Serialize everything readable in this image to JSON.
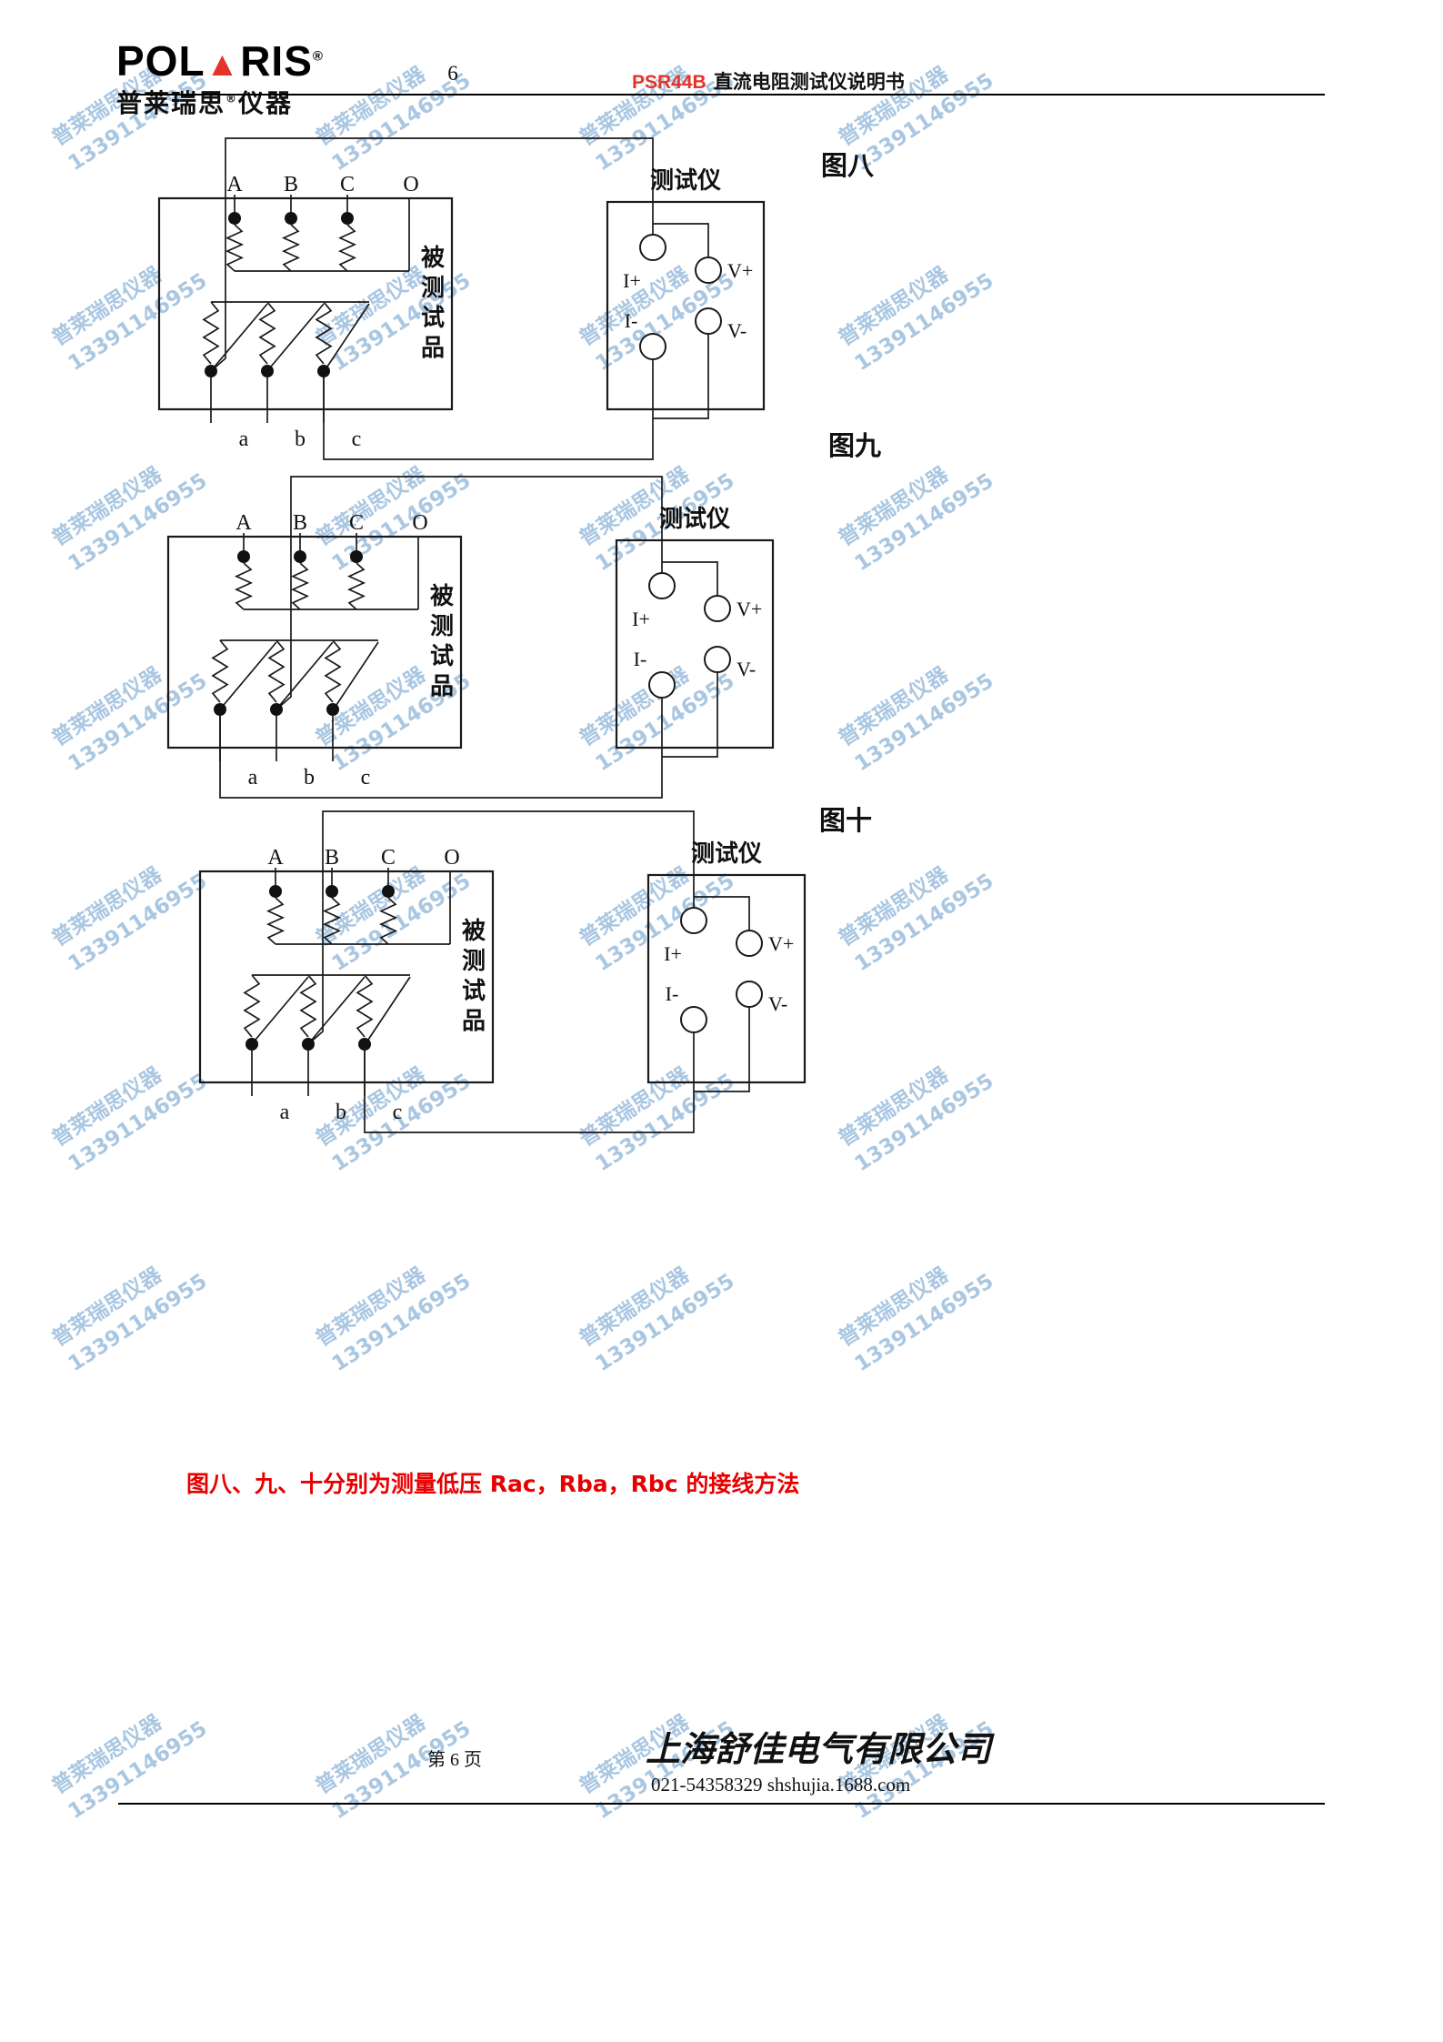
{
  "colors": {
    "brand_red": "#e63329",
    "caption_red": "#e80000",
    "watermark_blue": "#aac7e2"
  },
  "watermark": {
    "line1": "普莱瑞思仪器",
    "line2": "13391146955"
  },
  "header": {
    "logo": {
      "part1": "POL",
      "triangle": "▲",
      "part2": "RIS",
      "reg": "®",
      "sub1": "普莱瑞思",
      "sub_reg": "®",
      "sub2": "仪器"
    },
    "page_number": "6",
    "title_model": "PSR44B",
    "title_text": "直流电阻测试仪说明书"
  },
  "figures": [
    {
      "title": "图八",
      "tester_label": "测试仪",
      "device_label": "被测试品",
      "hv_terminals": [
        "A",
        "B",
        "C",
        "O"
      ],
      "lv_terminals": [
        "a",
        "b",
        "c"
      ],
      "tester_terminals": [
        "I+",
        "I-",
        "V+",
        "V-"
      ]
    },
    {
      "title": "图九",
      "tester_label": "测试仪",
      "device_label": "被测试品",
      "hv_terminals": [
        "A",
        "B",
        "C",
        "O"
      ],
      "lv_terminals": [
        "a",
        "b",
        "c"
      ],
      "tester_terminals": [
        "I+",
        "I-",
        "V+",
        "V-"
      ]
    },
    {
      "title": "图十",
      "tester_label": "测试仪",
      "device_label": "被测试品",
      "hv_terminals": [
        "A",
        "B",
        "C",
        "O"
      ],
      "lv_terminals": [
        "a",
        "b",
        "c"
      ],
      "tester_terminals": [
        "I+",
        "I-",
        "V+",
        "V-"
      ]
    }
  ],
  "caption": "图八、九、十分别为测量低压 Rac，Rba，Rbc 的接线方法",
  "footer": {
    "page_label": "第 6 页",
    "company": "上海舒佳电气有限公司",
    "contact": "021-54358329 shshujia.1688.com"
  }
}
